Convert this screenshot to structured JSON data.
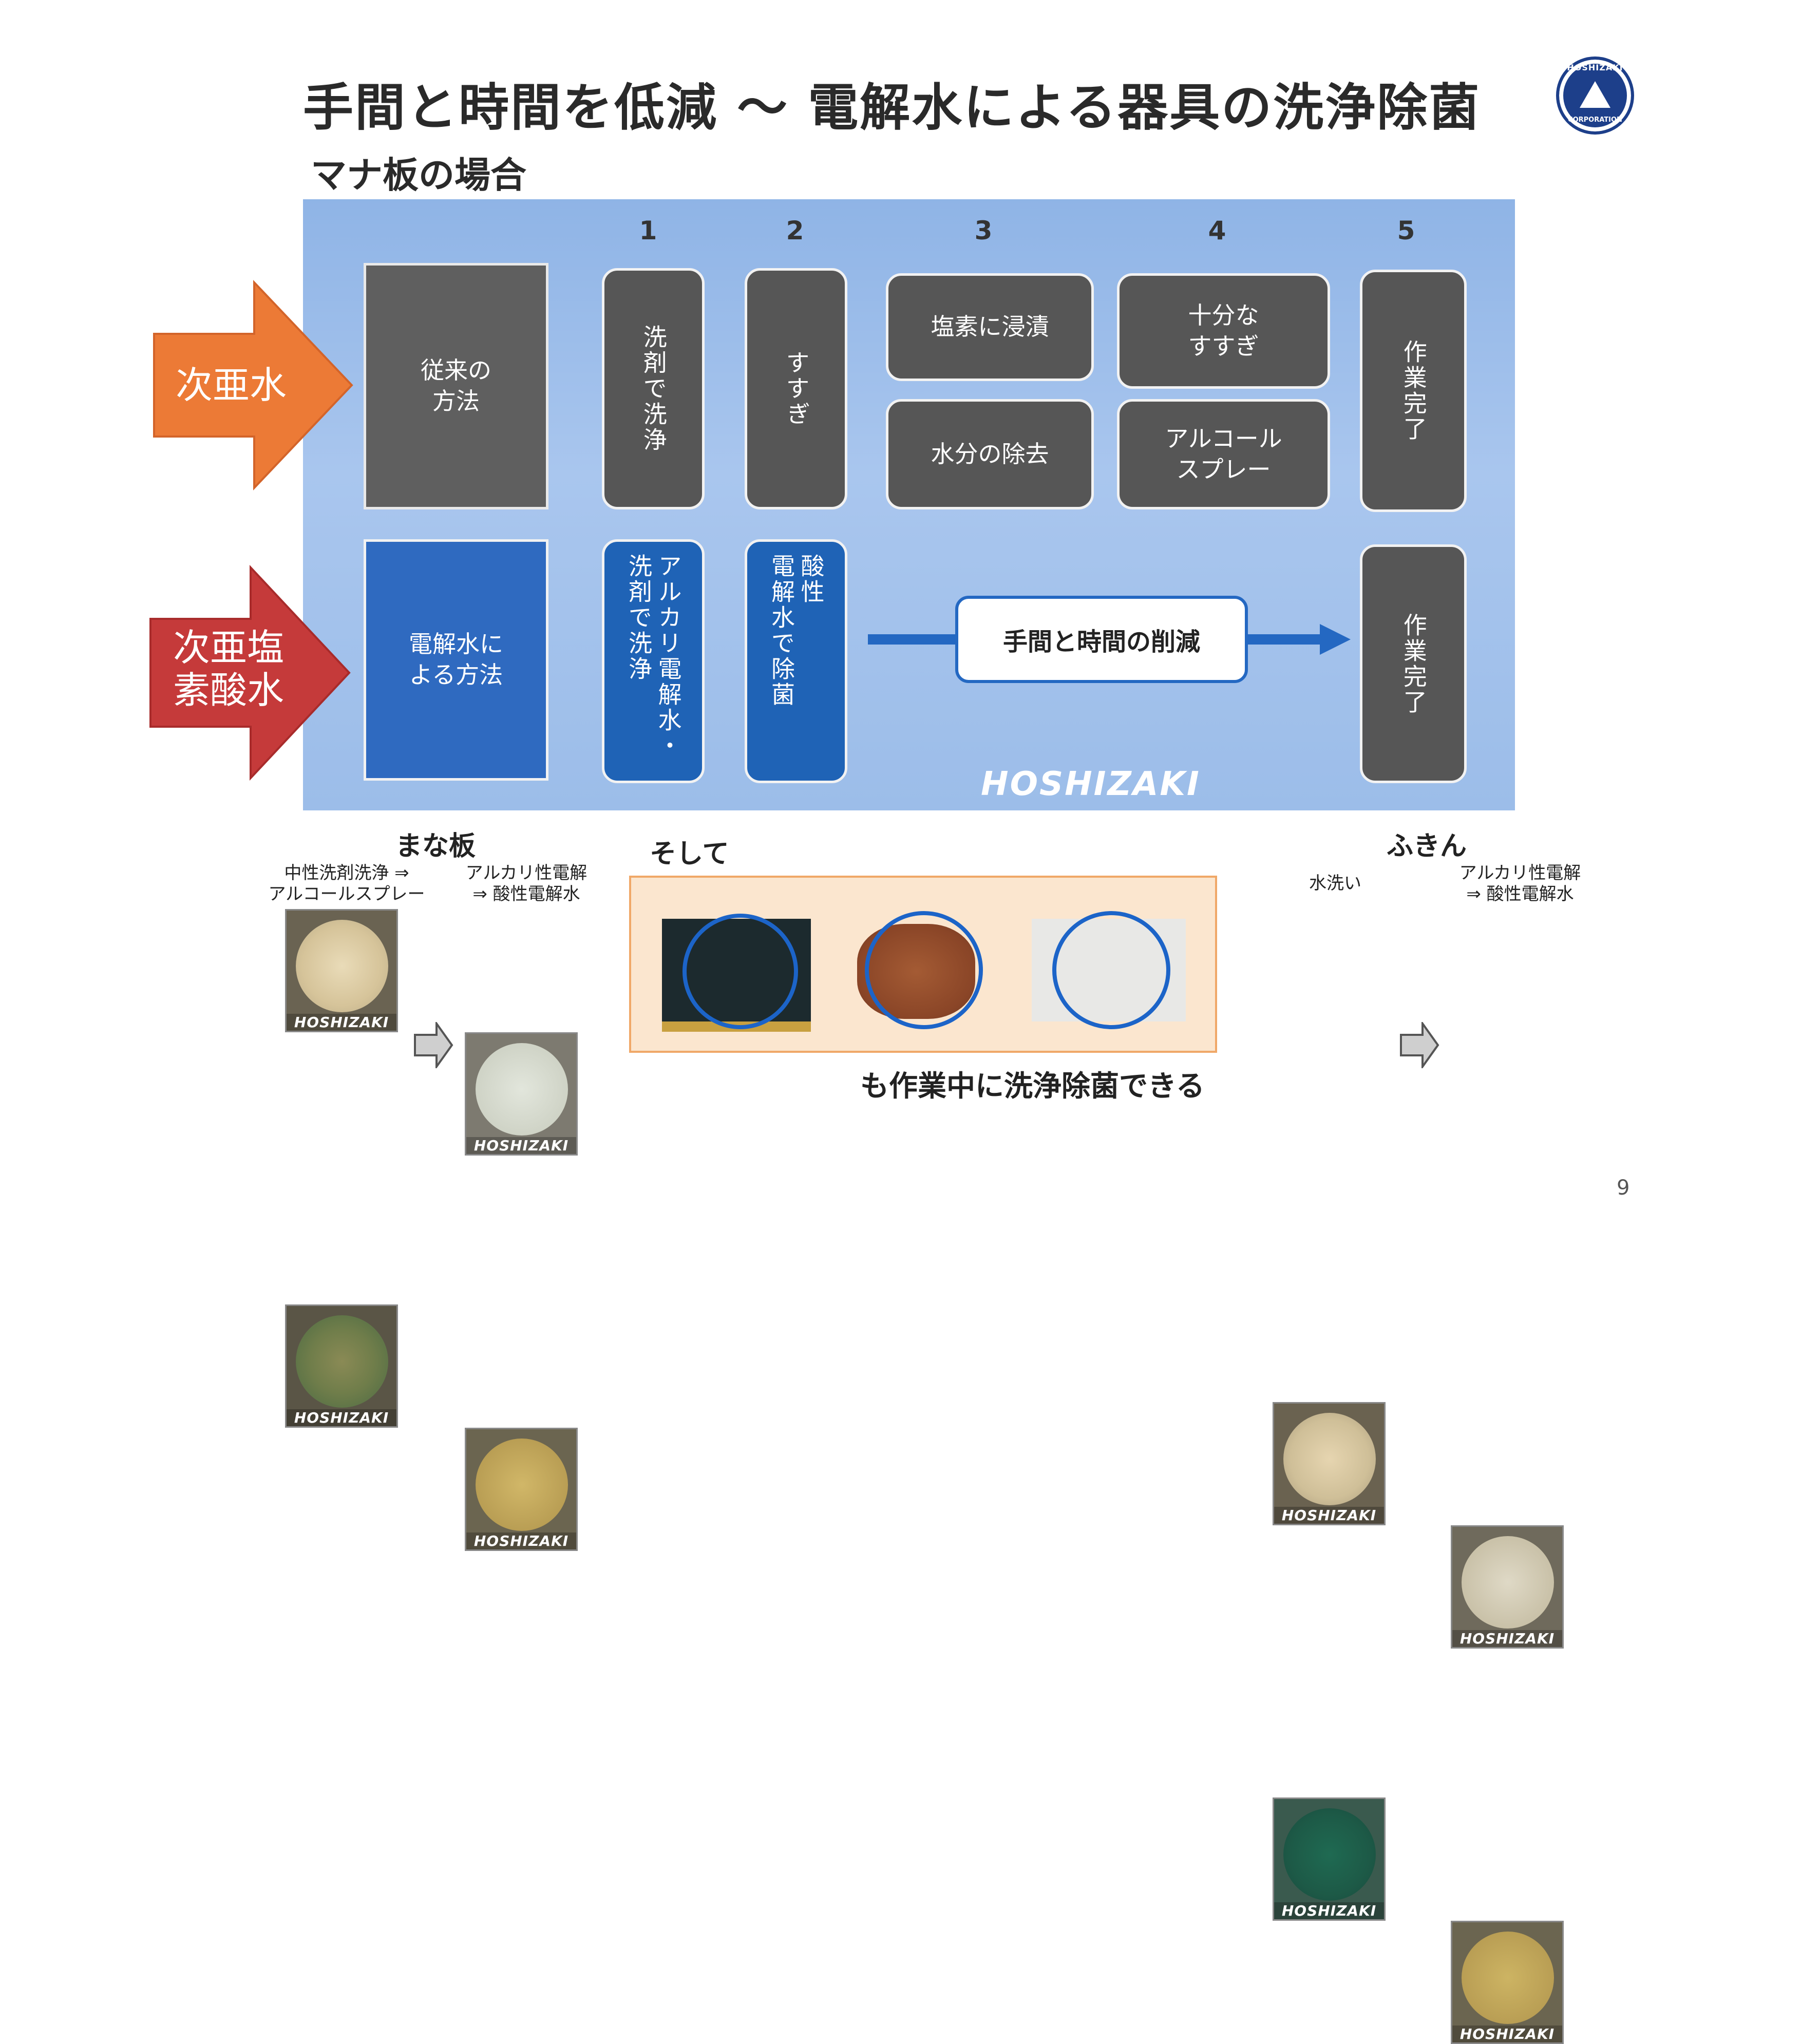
{
  "title": "手間と時間を低減 ～ 電解水による器具の洗浄除菌",
  "subtitle": "マナ板の場合",
  "logo": {
    "icon": "hoshizaki-logo-icon",
    "ring_top": "HOSHIZAKI",
    "ring_bottom": "CORPORATION"
  },
  "steps": [
    "1",
    "2",
    "3",
    "4",
    "5"
  ],
  "rows": {
    "conventional": {
      "arrow_label_l1": "次亜水",
      "arrow_color": "#ec7a36",
      "method": "従来の\n方法",
      "step1": "洗剤で洗浄",
      "step2": "すすぎ",
      "step3a": "塩素に浸漬",
      "step3b": "水分の除去",
      "step4a": "十分な\nすすぎ",
      "step4b": "アルコール\nスプレー",
      "step5": "作業完了"
    },
    "electrolyzed": {
      "arrow_label_l1": "次亜塩",
      "arrow_label_l2": "素酸水",
      "arrow_color": "#c53a3a",
      "method": "電解水に\nよる方法",
      "step1_col1": "アルカリ電解水・",
      "step1_col2": "洗剤で洗浄",
      "step2_col1": "酸性",
      "step2_col2": "電解水で除菌",
      "reduce": "手間と時間の削減",
      "step5": "作業完了"
    }
  },
  "panel_watermark": "HOSHIZAKI",
  "cutting_board": {
    "heading": "まな板",
    "before_caption": "中性洗剤洗浄 ⇒\nアルコールスプレー",
    "after_caption": "アルカリ性電解\n⇒ 酸性電解水",
    "dish_watermark": "HOSHIZAKI"
  },
  "middle": {
    "heading": "そして",
    "footer": "も作業中に洗浄除菌できる"
  },
  "cloth": {
    "heading": "ふきん",
    "before_caption": "水洗い",
    "after_caption": "アルカリ性電解\n⇒ 酸性電解水",
    "dish_watermark": "HOSHIZAKI"
  },
  "page_number": "9",
  "colors": {
    "panel": "#9cbde9",
    "gray_box": "#565656",
    "blue_box": "#1f63b6",
    "accent_blue": "#2468c2"
  }
}
